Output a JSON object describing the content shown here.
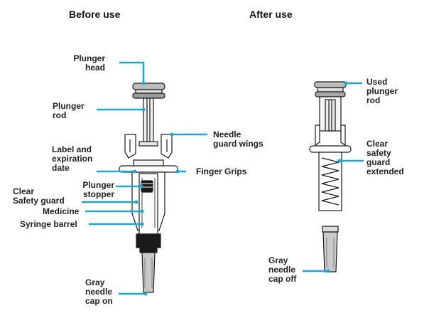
{
  "headings": {
    "before": "Before use",
    "after": "After use"
  },
  "before_labels": {
    "plunger_head": [
      "Plunger",
      "head"
    ],
    "plunger_rod": [
      "Plunger",
      "rod"
    ],
    "needle_guard_wings": [
      "Needle",
      "guard wings"
    ],
    "label_expiration": [
      "Label and",
      "expiration",
      "date"
    ],
    "finger_grips": [
      "Finger Grips"
    ],
    "clear_safety_guard": [
      "Clear",
      "Safety guard"
    ],
    "plunger_stopper": [
      "Plunger",
      "stopper"
    ],
    "medicine": [
      "Medicine"
    ],
    "syringe_barrel": [
      "Syringe barrel"
    ],
    "gray_needle_cap_on": [
      "Gray",
      "needle",
      "cap on"
    ]
  },
  "after_labels": {
    "used_plunger_rod": [
      "Used",
      "plunger",
      "rod"
    ],
    "clear_safety_guard_extended": [
      "Clear",
      "safety",
      "guard",
      "extended"
    ],
    "gray_needle_cap_off": [
      "Gray",
      "needle",
      "cap off"
    ]
  },
  "colors": {
    "leader": "#19a7d8",
    "outline": "#1a1a1a",
    "gray_cap": "#c9c9c9",
    "stopper": "#1a1a1a"
  }
}
